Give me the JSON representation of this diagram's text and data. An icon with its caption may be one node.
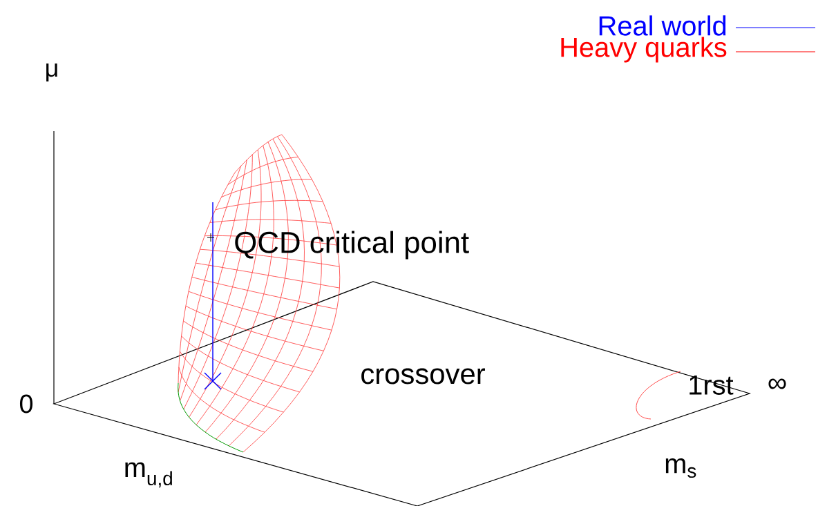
{
  "diagram": {
    "labels": [
      "μ",
      "0",
      "QCD critical point",
      "crossover",
      "1rst",
      "∞",
      "m$_{u,d}$",
      "m$_{s}$"
    ],
    "legend": [
      {
        "text": "Real world"
      },
      {
        "text": "Heavy quarks"
      }
    ]
  }
}
